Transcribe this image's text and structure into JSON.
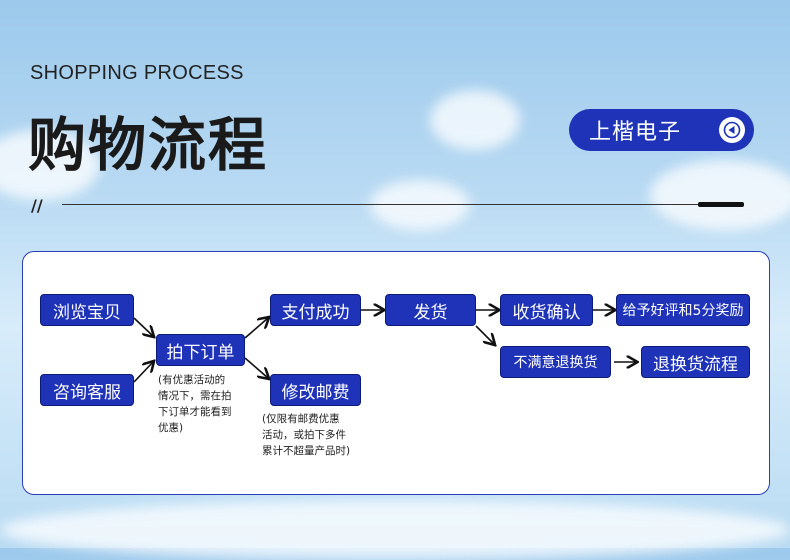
{
  "header": {
    "subtitle": "SHOPPING PROCESS",
    "title": "购物流程",
    "brand": "上楷电子",
    "slash": "//"
  },
  "flow": {
    "browse": "浏览宝贝",
    "consult": "咨询客服",
    "order": "拍下订单",
    "order_note": "(有优惠活动的\n情况下，需在拍\n下订单才能看到\n优惠)",
    "pay": "支付成功",
    "modify": "修改邮费",
    "modify_note": "(仅限有邮费优惠\n活动，或拍下多件\n累计不超量产品时)",
    "ship": "发货",
    "confirm": "收货确认",
    "review": "给予好评和5分奖励",
    "unsatisfied": "不满意退换货",
    "return_process": "退换货流程"
  },
  "colors": {
    "box": "#1f33b8",
    "border": "#0c1a78",
    "panel_border": "#2a3fb5"
  }
}
